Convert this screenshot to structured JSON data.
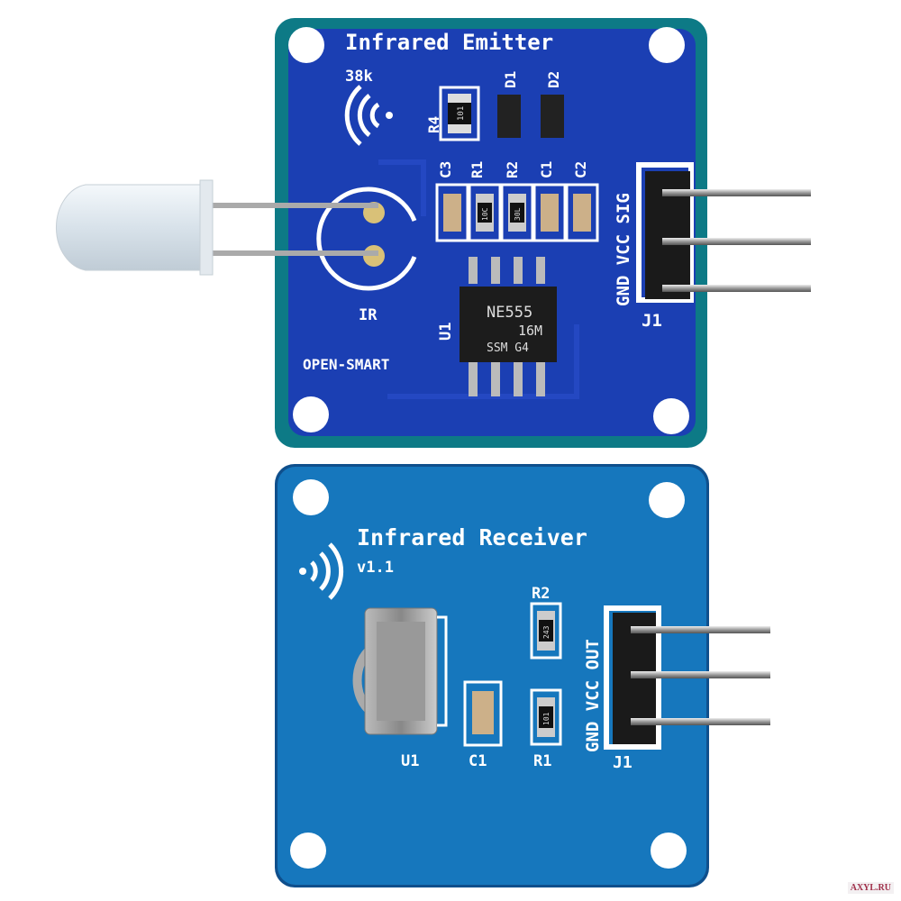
{
  "emitter": {
    "title": "Infrared Emitter",
    "freq": "38k",
    "r4": "R4",
    "r4_code": "101",
    "d1": "D1",
    "d2": "D2",
    "c3": "C3",
    "r1": "R1",
    "r1_code": "10C",
    "r2": "R2",
    "r2_code": "30L",
    "c1": "C1",
    "c2": "C2",
    "header_pins": "GND VCC SIG",
    "j1": "J1",
    "u1": "U1",
    "ir": "IR",
    "brand": "OPEN-SMART",
    "ic_line1": "NE555",
    "ic_line2": "16M",
    "ic_line3": "SSM G4"
  },
  "receiver": {
    "title": "Infrared Receiver",
    "version": "v1.1",
    "r2": "R2",
    "r2_code": "243",
    "r1": "R1",
    "r1_code": "101",
    "c1": "C1",
    "u1": "U1",
    "j1": "J1",
    "header_pins": "GND VCC OUT"
  },
  "watermark": "AXYL.RU",
  "colors": {
    "emitter_pcb": "#1b3fb3",
    "emitter_edge": "#0d7a86",
    "receiver_pcb": "#1677bd",
    "receiver_edge": "#0f4f8c"
  }
}
